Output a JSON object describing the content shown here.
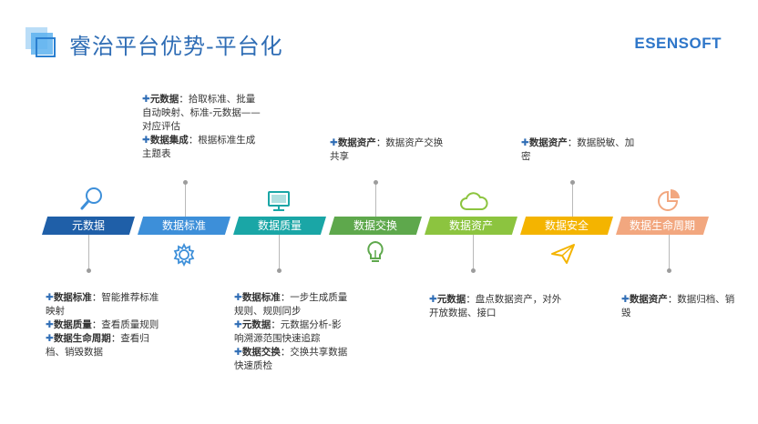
{
  "header": {
    "title": "睿治平台优势-平台化",
    "brand": "ESENSOFT"
  },
  "steps": [
    {
      "label": "元数据",
      "color": "#1f5fa8"
    },
    {
      "label": "数据标准",
      "color": "#3d8fd9"
    },
    {
      "label": "数据质量",
      "color": "#1aa6a6"
    },
    {
      "label": "数据交换",
      "color": "#5ea84c"
    },
    {
      "label": "数据资产",
      "color": "#8cc43f"
    },
    {
      "label": "数据安全",
      "color": "#f4b400"
    },
    {
      "label": "数据生命周期",
      "color": "#f2a77f"
    }
  ],
  "icons": [
    "search-icon",
    "gear-icon",
    "monitor-icon",
    "lightbulb-icon",
    "cloud-icon",
    "paper-plane-icon",
    "pie-chart-icon"
  ],
  "notes": {
    "top_1": [
      {
        "key": "元数据",
        "text": "：拾取标准、批量自动映射、标准-元数据——对应评估"
      },
      {
        "key": "数据集成",
        "text": "：根据标准生成主题表"
      }
    ],
    "top_3": [
      {
        "key": "数据资产",
        "text": "：数据资产交换共享"
      }
    ],
    "top_5": [
      {
        "key": "数据资产",
        "text": "：数据脱敏、加密"
      }
    ],
    "bottom_0": [
      {
        "key": "数据标准",
        "text": "：智能推荐标准映射"
      },
      {
        "key": "数据质量",
        "text": "：查看质量规则"
      },
      {
        "key": "数据生命周期",
        "text": "：查看归档、销毁数据"
      }
    ],
    "bottom_2": [
      {
        "key": "数据标准",
        "text": "：一步生成质量规则、规则同步"
      },
      {
        "key": "元数据",
        "text": "：元数据分析-影响溯源范围快速追踪"
      },
      {
        "key": "数据交换",
        "text": "：交换共享数据快速质检"
      }
    ],
    "bottom_4": [
      {
        "key": "元数据",
        "text": "：盘点数据资产，对外开放数据、接口"
      }
    ],
    "bottom_6": [
      {
        "key": "数据资产",
        "text": "：数据归档、销毁"
      }
    ]
  }
}
